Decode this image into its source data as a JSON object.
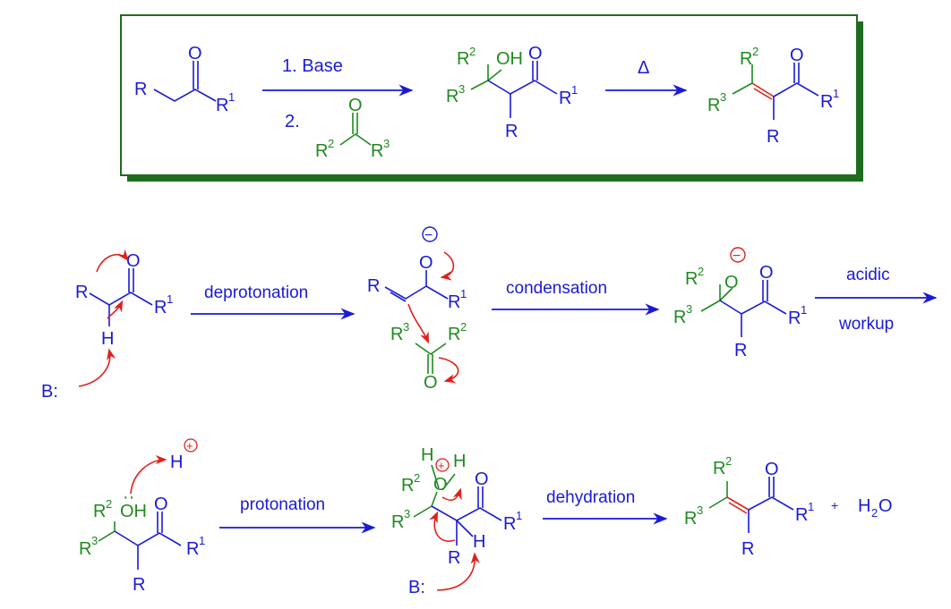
{
  "summary": {
    "step1": "1. Base",
    "step2": "2.",
    "heat": "Δ"
  },
  "labels": {
    "O": "O",
    "OH": "OH",
    "H": "H",
    "B": "B:",
    "R": "R",
    "R1": "R",
    "R2": "R",
    "R3": "R",
    "sup1": "1",
    "sup2": "2",
    "sup3": "3",
    "minus": "−",
    "plus": "+",
    "H2O_H": "H",
    "H2O_2": "2",
    "H2O_O": "O",
    "lone_pair": "··"
  },
  "steps": {
    "deprotonation": "deprotonation",
    "condensation": "condensation",
    "acidic": "acidic",
    "workup": "workup",
    "protonation": "protonation",
    "dehydration": "dehydration",
    "plus_sign": "+"
  },
  "colors": {
    "reactant": "#1a1ad6",
    "carbonyl_partner": "#1f8a1f",
    "electron_arrows": "#e0201b",
    "frame": "#1f6b1f"
  }
}
